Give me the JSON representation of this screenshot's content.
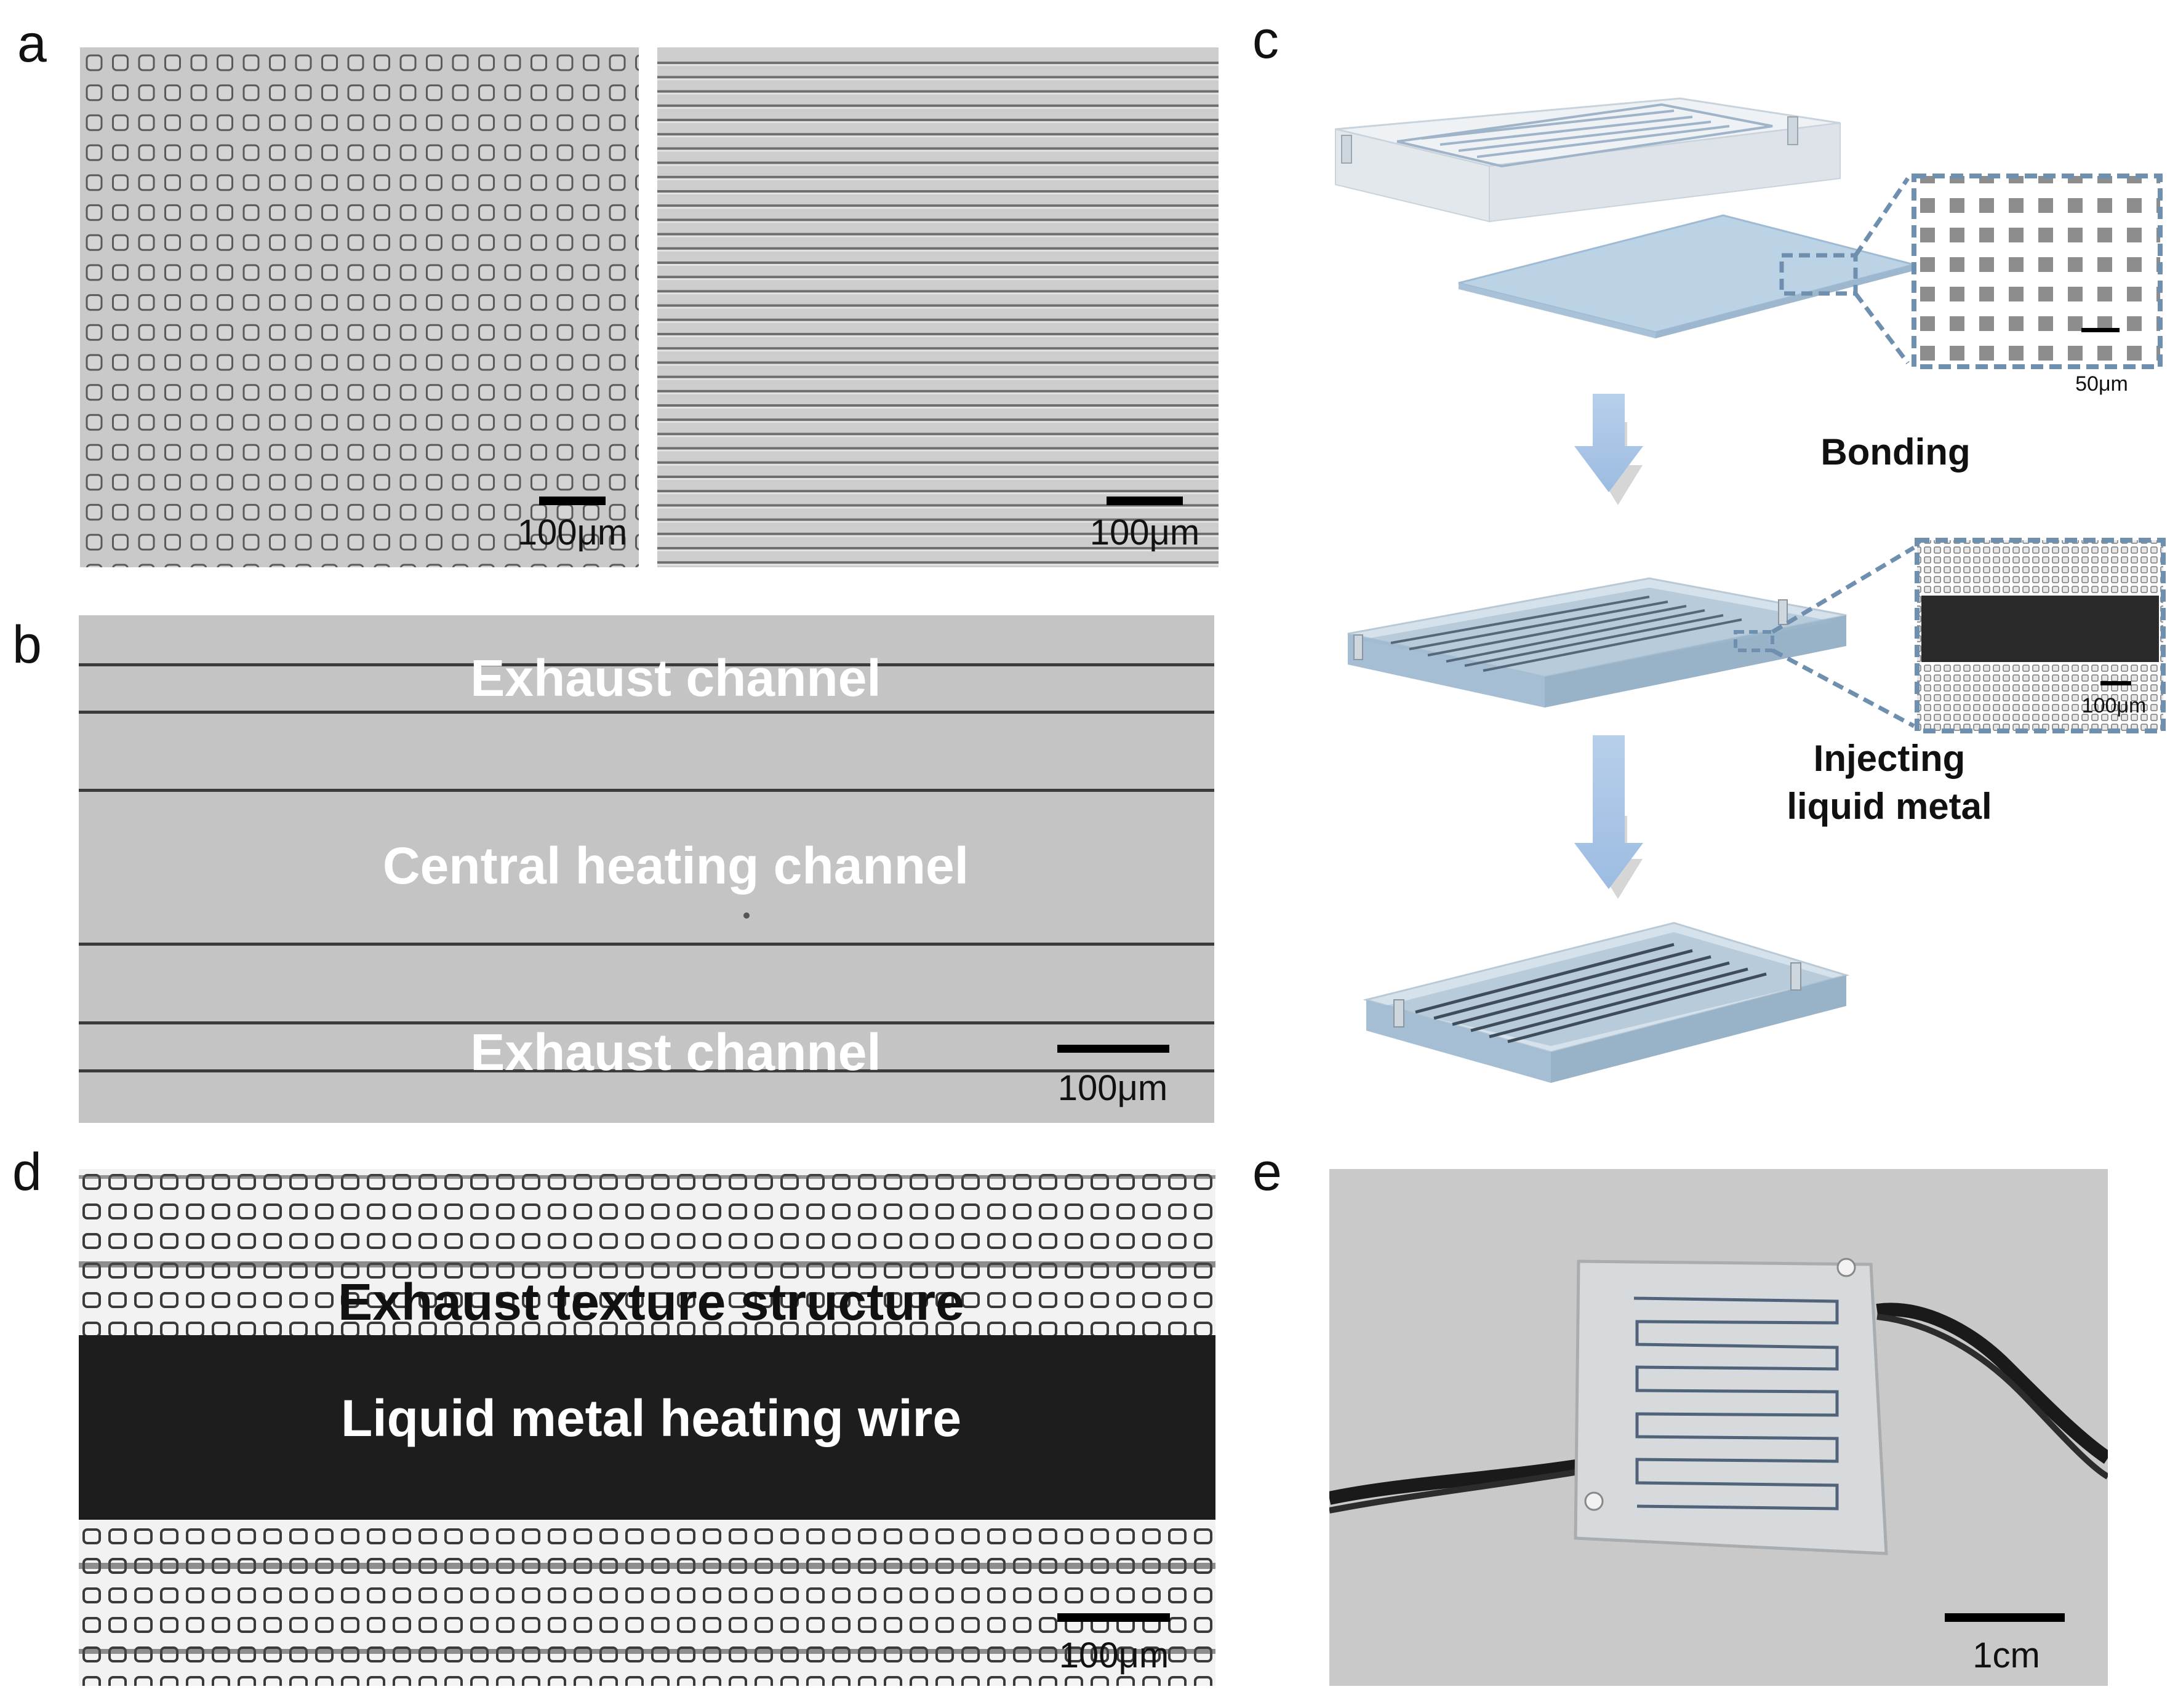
{
  "panels": {
    "a": {
      "label": "a",
      "left_scale": "100μm",
      "right_scale": "100μm"
    },
    "b": {
      "label": "b",
      "top_channel": "Exhaust channel",
      "middle_channel": "Central heating channel",
      "bottom_channel": "Exhaust channel",
      "scale": "100μm"
    },
    "c": {
      "label": "c",
      "step1": "Bonding",
      "step2_line1": "Injecting",
      "step2_line2": "liquid metal",
      "inset1_scale": "50μm",
      "inset2_scale": "100μm"
    },
    "d": {
      "label": "d",
      "texture": "Exhaust texture structure",
      "wire": "Liquid metal heating wire",
      "scale": "100μm"
    },
    "e": {
      "label": "e",
      "scale": "1cm"
    }
  },
  "colors": {
    "micrograph_gray": "#c6c6c6",
    "pdms_blue": "#bcd3e6",
    "inset_border": "#6f8fae",
    "arrow_blue": "#a9c5e6",
    "photo_bg": "#c9c9c9"
  }
}
